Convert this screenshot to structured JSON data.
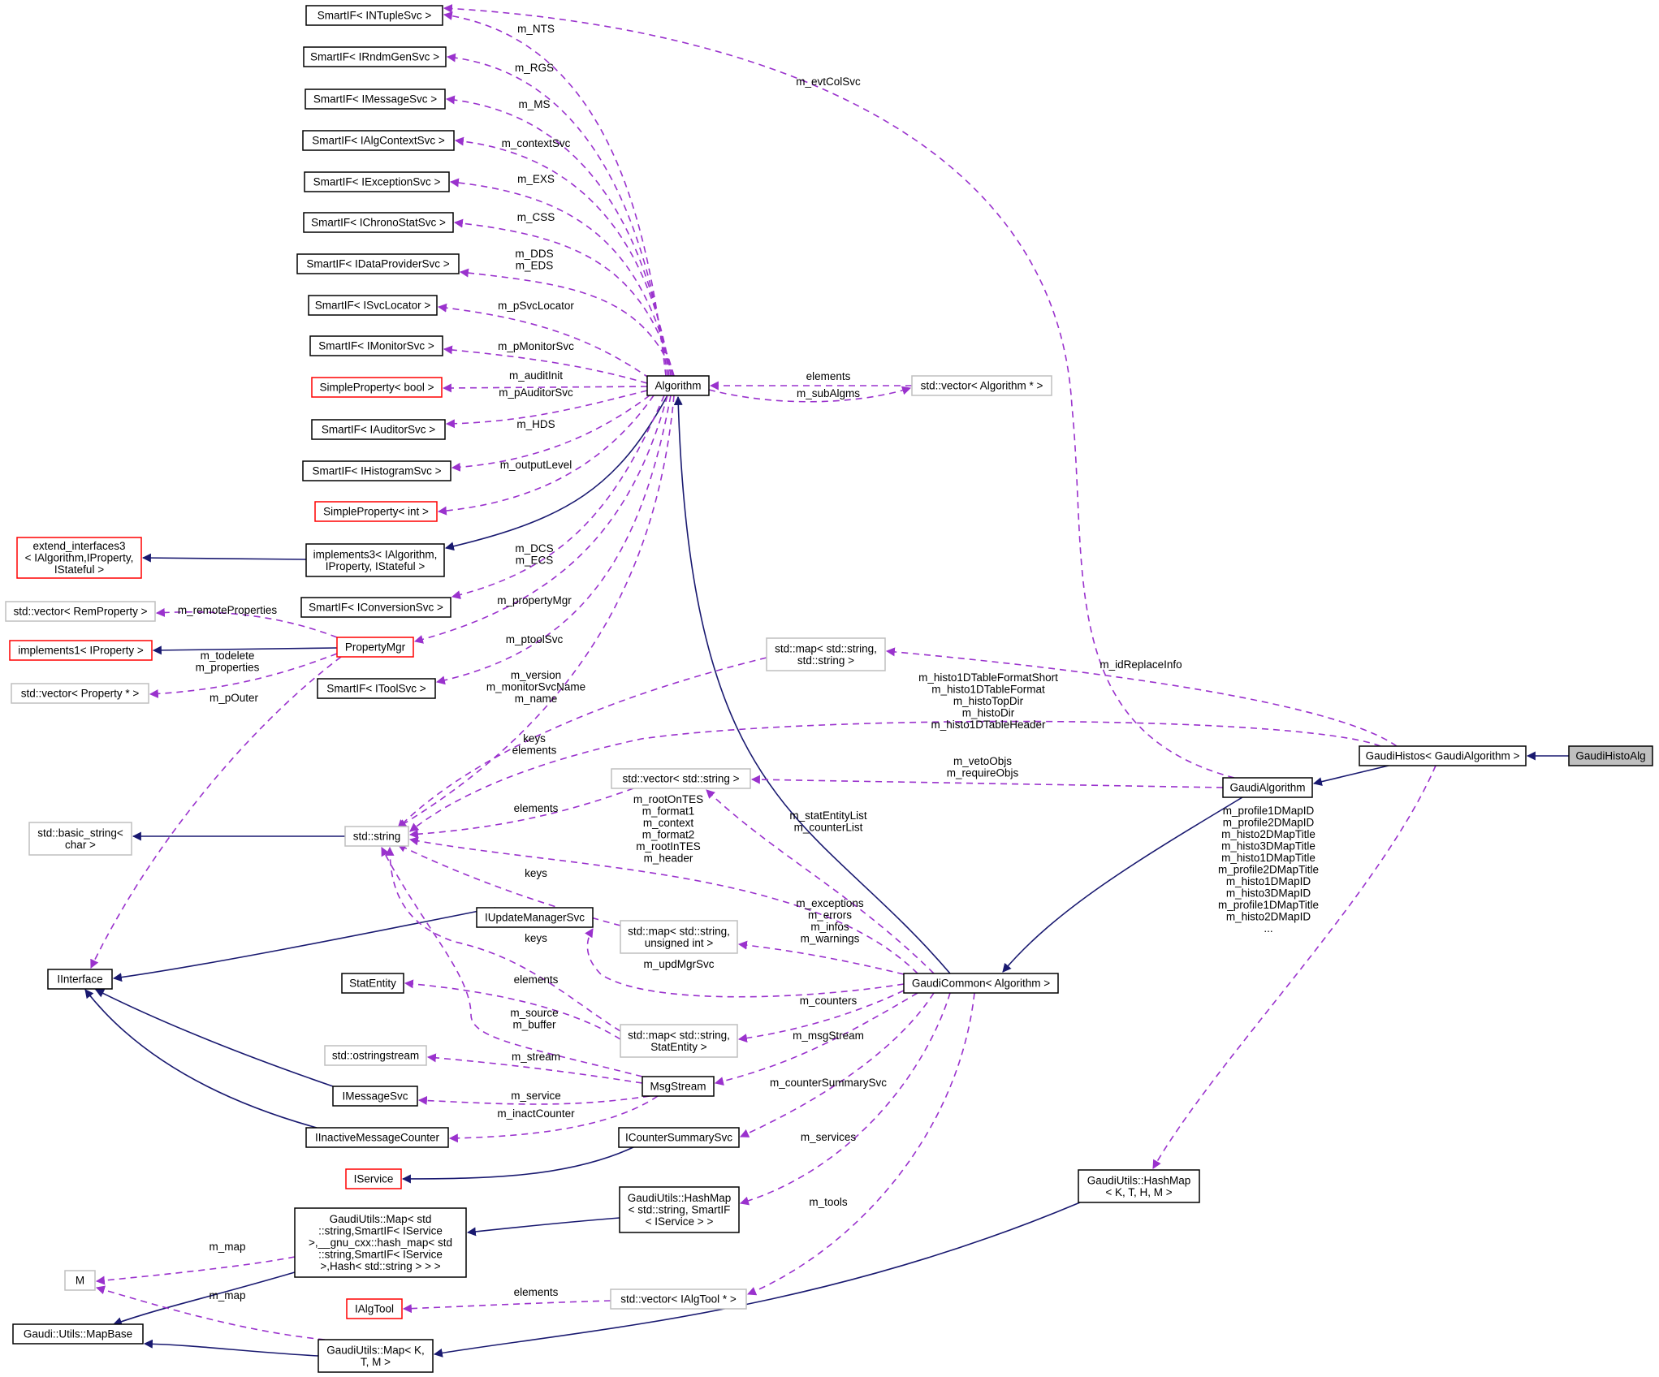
{
  "nodes": {
    "ntuple": {
      "label": [
        "SmartIF< INTupleSvc >"
      ],
      "style": "normal"
    },
    "rndm": {
      "label": [
        "SmartIF< IRndmGenSvc >"
      ],
      "style": "normal"
    },
    "msgsvc": {
      "label": [
        "SmartIF< IMessageSvc >"
      ],
      "style": "normal"
    },
    "algctx": {
      "label": [
        "SmartIF< IAlgContextSvc >"
      ],
      "style": "normal"
    },
    "exc": {
      "label": [
        "SmartIF< IExceptionSvc >"
      ],
      "style": "normal"
    },
    "chrono": {
      "label": [
        "SmartIF< IChronoStatSvc >"
      ],
      "style": "normal"
    },
    "dataprov": {
      "label": [
        "SmartIF< IDataProviderSvc >"
      ],
      "style": "normal"
    },
    "svcloc": {
      "label": [
        "SmartIF< ISvcLocator >"
      ],
      "style": "normal"
    },
    "monitor": {
      "label": [
        "SmartIF< IMonitorSvc >"
      ],
      "style": "normal"
    },
    "spbool": {
      "label": [
        "SimpleProperty< bool >"
      ],
      "style": "red"
    },
    "auditor": {
      "label": [
        "SmartIF< IAuditorSvc >"
      ],
      "style": "normal"
    },
    "histo": {
      "label": [
        "SmartIF< IHistogramSvc >"
      ],
      "style": "normal"
    },
    "spint": {
      "label": [
        "SimpleProperty< int >"
      ],
      "style": "red"
    },
    "extif": {
      "label": [
        "extend_interfaces3",
        "< IAlgorithm,IProperty,",
        "IStateful >"
      ],
      "style": "red"
    },
    "impl3": {
      "label": [
        "implements3< IAlgorithm,",
        "IProperty, IStateful >"
      ],
      "style": "normal"
    },
    "conv": {
      "label": [
        "SmartIF< IConversionSvc >"
      ],
      "style": "normal"
    },
    "vecrem": {
      "label": [
        "std::vector< RemProperty >"
      ],
      "style": "gray"
    },
    "impl1": {
      "label": [
        "implements1< IProperty >"
      ],
      "style": "red"
    },
    "propmgr": {
      "label": [
        "PropertyMgr"
      ],
      "style": "red"
    },
    "vecprop": {
      "label": [
        "std::vector< Property * >"
      ],
      "style": "gray"
    },
    "toolsvc": {
      "label": [
        "SmartIF< IToolSvc >"
      ],
      "style": "normal"
    },
    "algorithm": {
      "label": [
        "Algorithm"
      ],
      "style": "normal"
    },
    "vecalg": {
      "label": [
        "std::vector< Algorithm * >"
      ],
      "style": "gray"
    },
    "mapss": {
      "label": [
        "std::map< std::string,",
        "std::string >"
      ],
      "style": "gray"
    },
    "basicstr": {
      "label": [
        "std::basic_string<",
        "char >"
      ],
      "style": "gray"
    },
    "stdstring": {
      "label": [
        "std::string"
      ],
      "style": "gray"
    },
    "vecstr": {
      "label": [
        "std::vector< std::string >"
      ],
      "style": "gray"
    },
    "iupd": {
      "label": [
        "IUpdateManagerSvc"
      ],
      "style": "normal"
    },
    "mapsu": {
      "label": [
        "std::map< std::string,",
        "unsigned int >"
      ],
      "style": "gray"
    },
    "iinterface": {
      "label": [
        "IInterface"
      ],
      "style": "normal"
    },
    "statentity": {
      "label": [
        "StatEntity"
      ],
      "style": "normal"
    },
    "gcommon": {
      "label": [
        "GaudiCommon< Algorithm >"
      ],
      "style": "normal"
    },
    "mapse": {
      "label": [
        "std::map< std::string,",
        "StatEntity >"
      ],
      "style": "gray"
    },
    "ostr": {
      "label": [
        "std::ostringstream"
      ],
      "style": "gray"
    },
    "msgstream": {
      "label": [
        "MsgStream"
      ],
      "style": "normal"
    },
    "imsgsvc": {
      "label": [
        "IMessageSvc"
      ],
      "style": "normal"
    },
    "iinact": {
      "label": [
        "IInactiveMessageCounter"
      ],
      "style": "normal"
    },
    "icounter": {
      "label": [
        "ICounterSummarySvc"
      ],
      "style": "normal"
    },
    "iservice": {
      "label": [
        "IService"
      ],
      "style": "red"
    },
    "hashsvc": {
      "label": [
        "GaudiUtils::HashMap",
        "< std::string, SmartIF",
        "< IService > >"
      ],
      "style": "normal"
    },
    "mapstd": {
      "label": [
        "GaudiUtils::Map< std",
        "::string,SmartIF< IService",
        ">,__gnu_cxx::hash_map< std",
        "::string,SmartIF< IService",
        ">,Hash< std::string > > >"
      ],
      "style": "normal"
    },
    "hashktm": {
      "label": [
        "GaudiUtils::HashMap",
        "< K, T, H, M >"
      ],
      "style": "normal"
    },
    "m": {
      "label": [
        "M"
      ],
      "style": "gray"
    },
    "ialgtool": {
      "label": [
        "IAlgTool"
      ],
      "style": "red"
    },
    "vectool": {
      "label": [
        "std::vector< IAlgTool * >"
      ],
      "style": "gray"
    },
    "mapbase": {
      "label": [
        "Gaudi::Utils::MapBase"
      ],
      "style": "normal"
    },
    "mapktm": {
      "label": [
        "GaudiUtils::Map< K,",
        "T, M >"
      ],
      "style": "normal"
    },
    "galgorithm": {
      "label": [
        "GaudiAlgorithm"
      ],
      "style": "normal"
    },
    "ghistos": {
      "label": [
        "GaudiHistos< GaudiAlgorithm >"
      ],
      "style": "normal"
    },
    "ghistoalg": {
      "label": [
        "GaudiHistoAlg"
      ],
      "style": "focus"
    }
  },
  "edge_labels": {
    "nts": [
      "m_NTS"
    ],
    "rgs": [
      "m_RGS"
    ],
    "ms": [
      "m_MS"
    ],
    "ctx": [
      "m_contextSvc"
    ],
    "exs": [
      "m_EXS"
    ],
    "css": [
      "m_CSS"
    ],
    "dds": [
      "m_DDS",
      "m_EDS"
    ],
    "psvcloc": [
      "m_pSvcLocator"
    ],
    "pmon": [
      "m_pMonitorSvc"
    ],
    "audinit": [
      "m_auditInit"
    ],
    "paud": [
      "m_pAuditorSvc"
    ],
    "hds": [
      "m_HDS"
    ],
    "outlvl": [
      "m_outputLevel"
    ],
    "dcs": [
      "m_DCS",
      "m_ECS"
    ],
    "propmgr": [
      "m_propertyMgr"
    ],
    "ptool": [
      "m_ptoolSvc"
    ],
    "remote": [
      "m_remoteProperties"
    ],
    "todel": [
      "m_todelete",
      "m_properties"
    ],
    "pouter": [
      "m_pOuter"
    ],
    "version": [
      "m_version",
      "m_monitorSvcName",
      "m_name"
    ],
    "keyselem": [
      "keys",
      "elements"
    ],
    "elem1": [
      "elements"
    ],
    "algelem": [
      "elements"
    ],
    "subalgs": [
      "m_subAlgms"
    ],
    "evtcol": [
      "m_evtColSvc"
    ],
    "idrep": [
      "m_idReplaceInfo"
    ],
    "histofmt": [
      "m_histo1DTableFormatShort",
      "m_histo1DTableFormat",
      "m_histoTopDir",
      "m_histoDir",
      "m_histo1DTableHeader"
    ],
    "veto": [
      "m_vetoObjs",
      "m_requireObjs"
    ],
    "rootontes": [
      "m_rootOnTES",
      "m_format1",
      "m_context",
      "m_format2",
      "m_rootInTES",
      "m_header"
    ],
    "statlist": [
      "m_statEntityList",
      "m_counterList"
    ],
    "keys1": [
      "keys"
    ],
    "keys2": [
      "keys"
    ],
    "exc": [
      "m_exceptions",
      "m_errors",
      "m_infos",
      "m_warnings"
    ],
    "updmgr": [
      "m_updMgrSvc"
    ],
    "elem2": [
      "elements"
    ],
    "counters": [
      "m_counters"
    ],
    "source": [
      "m_source",
      "m_buffer"
    ],
    "msgstream": [
      "m_msgStream"
    ],
    "stream": [
      "m_stream"
    ],
    "countersum": [
      "m_counterSummarySvc"
    ],
    "service": [
      "m_service"
    ],
    "inact": [
      "m_inactCounter"
    ],
    "services": [
      "m_services"
    ],
    "tools": [
      "m_tools"
    ],
    "map1": [
      "m_map"
    ],
    "map2": [
      "m_map"
    ],
    "elem3": [
      "elements"
    ],
    "profile": [
      "m_profile1DMapID",
      "m_profile2DMapID",
      "m_histo2DMapTitle",
      "m_histo3DMapTitle",
      "m_histo1DMapTitle",
      "m_profile2DMapTitle",
      "m_histo1DMapID",
      "m_histo3DMapID",
      "m_profile1DMapTitle",
      "m_histo2DMapID",
      "..."
    ]
  },
  "colors": {
    "inheritance_edge": "#191970",
    "usage_edge": "#9a32cd",
    "node_border_normal": "#000000",
    "node_border_red": "#ff0000",
    "node_border_gray": "#bfbfbf",
    "focus_fill": "#bfbfbf"
  }
}
